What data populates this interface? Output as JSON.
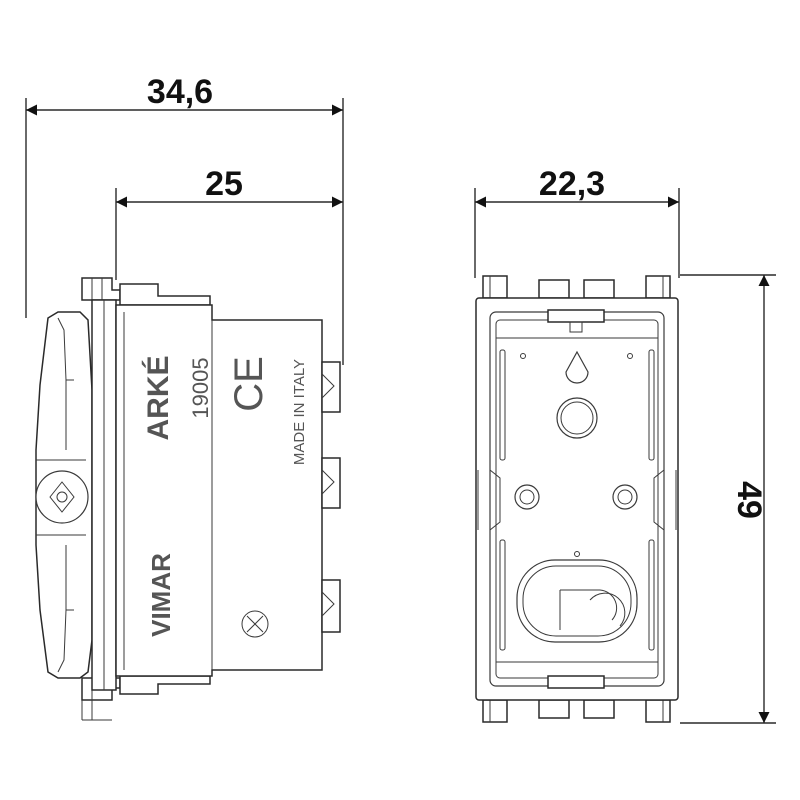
{
  "dimensions": {
    "side_overall_width": "34,6",
    "side_body_width": "25",
    "front_width": "22,3",
    "height": "49"
  },
  "markings": {
    "brand_series": "ARKÉ",
    "article_code": "19005",
    "ce_mark": "CE",
    "origin": "MADE IN ITALY",
    "manufacturer": "VIMAR"
  }
}
